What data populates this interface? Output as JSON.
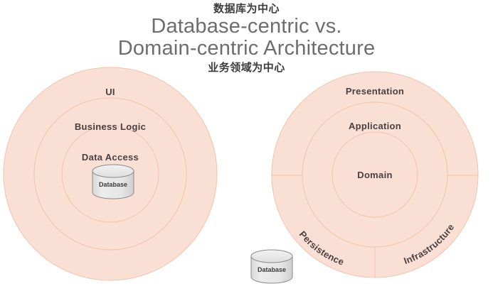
{
  "header": {
    "chinese_top": "数据库为中心",
    "title_line1": "Database-centric vs.",
    "title_line2": "Domain-centric Architecture",
    "chinese_bottom": "业务领域为中心"
  },
  "colors": {
    "ring_fill": "#fadfd5",
    "ring_stroke": "#f1c3ab",
    "text": "#4a4040",
    "title_text": "#6d6d6d",
    "cn_text": "#3b3b3b",
    "db_fill": "#e4e4e4",
    "db_stroke": "#8a8a8a",
    "background": "#ffffff"
  },
  "left_diagram": {
    "name": "database-centric-architecture",
    "layers": [
      {
        "id": "ui",
        "label": "UI"
      },
      {
        "id": "business-logic",
        "label": "Business Logic"
      },
      {
        "id": "data-access",
        "label": "Data Access"
      }
    ],
    "database": {
      "label": "Database"
    }
  },
  "right_diagram": {
    "name": "domain-centric-architecture",
    "layers": [
      {
        "id": "presentation",
        "label": "Presentation"
      },
      {
        "id": "application",
        "label": "Application"
      },
      {
        "id": "domain",
        "label": "Domain"
      }
    ],
    "outer_segments": [
      {
        "id": "persistence",
        "label": "Persistence"
      },
      {
        "id": "infrastructure",
        "label": "Infrastructure"
      }
    ]
  },
  "external_database": {
    "label": "Database"
  }
}
